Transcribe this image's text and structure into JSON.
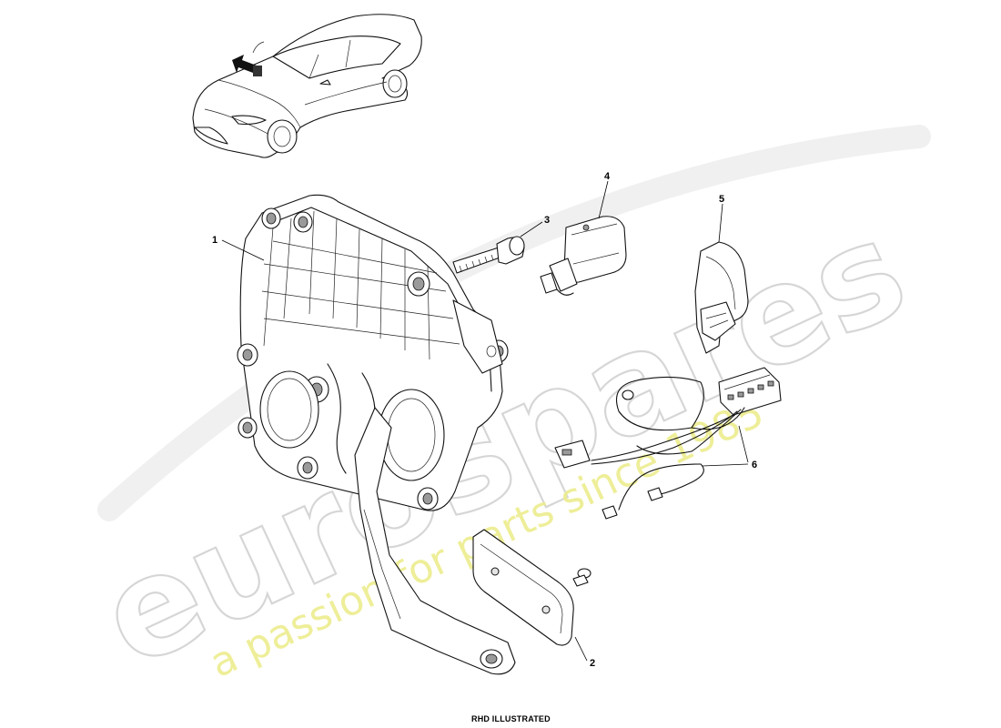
{
  "diagram": {
    "footer_label": "RHD ILLUSTRATED",
    "callouts": [
      {
        "id": "1",
        "label": "1"
      },
      {
        "id": "2",
        "label": "2"
      },
      {
        "id": "3",
        "label": "3"
      },
      {
        "id": "4",
        "label": "4"
      },
      {
        "id": "5",
        "label": "5"
      },
      {
        "id": "6",
        "label": "6"
      }
    ]
  },
  "watermark": {
    "brand": "eurospares",
    "tagline": "a passion for parts since 1985"
  },
  "colors": {
    "line": "#111111",
    "watermark_outline": "#d6d6d6",
    "watermark_tagline": "#eded8e"
  }
}
